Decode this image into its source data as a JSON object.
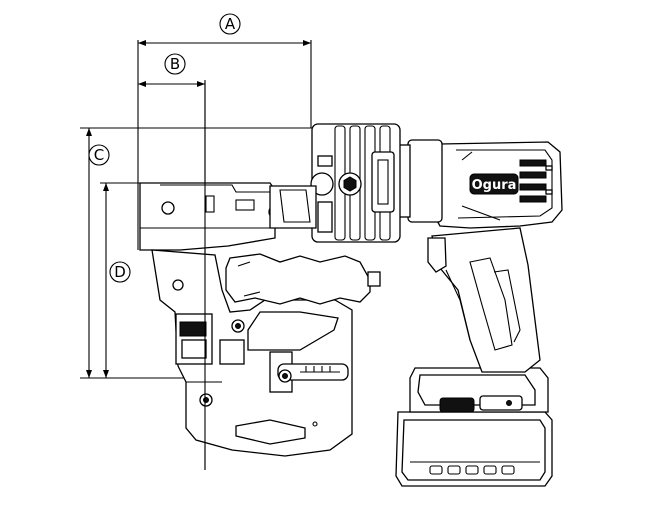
{
  "dimensions": {
    "a": "A",
    "b": "B",
    "c": "C",
    "d": "D"
  },
  "brand": {
    "logo": "Ogura"
  },
  "colors": {
    "line": "#000000",
    "background": "#ffffff"
  }
}
